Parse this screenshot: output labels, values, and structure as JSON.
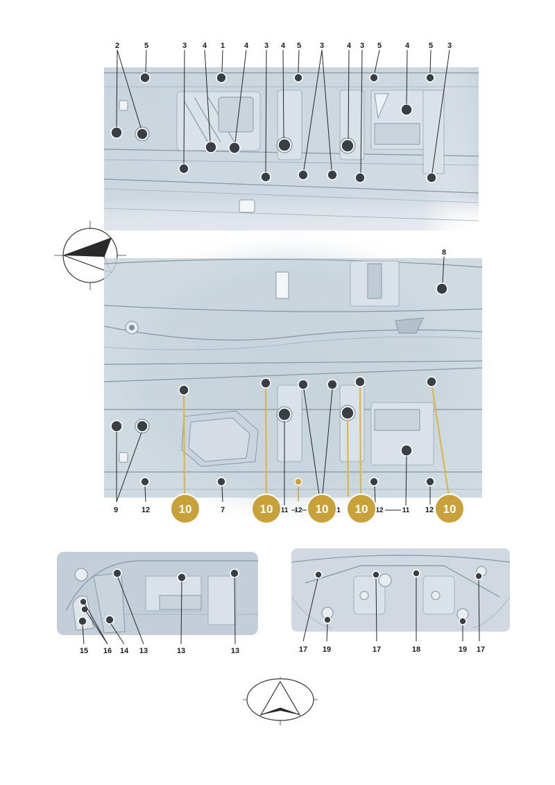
{
  "top_view": {
    "labels": [
      {
        "text": "2"
      },
      {
        "text": "5"
      },
      {
        "text": "3"
      },
      {
        "text": "4"
      },
      {
        "text": "1"
      },
      {
        "text": "4"
      },
      {
        "text": "3"
      },
      {
        "text": "4"
      },
      {
        "text": "5"
      },
      {
        "text": "3"
      },
      {
        "text": "4"
      },
      {
        "text": "3"
      },
      {
        "text": "5"
      },
      {
        "text": "4"
      },
      {
        "text": "5"
      },
      {
        "text": "3"
      }
    ]
  },
  "middle_view": {
    "label_8": "8",
    "bottom_labels": [
      {
        "text": "9"
      },
      {
        "text": "12"
      },
      {
        "text": "7"
      },
      {
        "text": "11"
      },
      {
        "text": "12"
      },
      {
        "text": "1"
      },
      {
        "text": "12"
      },
      {
        "text": "11"
      },
      {
        "text": "12"
      }
    ],
    "badges": [
      {
        "text": "10"
      },
      {
        "text": "10"
      },
      {
        "text": "10"
      },
      {
        "text": "10"
      },
      {
        "text": "10"
      }
    ]
  },
  "left_detail": {
    "labels": [
      {
        "text": "15"
      },
      {
        "text": "16"
      },
      {
        "text": "14"
      },
      {
        "text": "13"
      },
      {
        "text": "13"
      },
      {
        "text": "13"
      }
    ]
  },
  "right_detail": {
    "labels": [
      {
        "text": "17"
      },
      {
        "text": "19"
      },
      {
        "text": "17"
      },
      {
        "text": "18"
      },
      {
        "text": "19"
      },
      {
        "text": "17"
      }
    ]
  },
  "colors": {
    "badge_fill": "#c9a13b",
    "leader_highlight": "#d9b84a",
    "plug": "#3a3f45",
    "body_fill": "#c9d4dd"
  }
}
